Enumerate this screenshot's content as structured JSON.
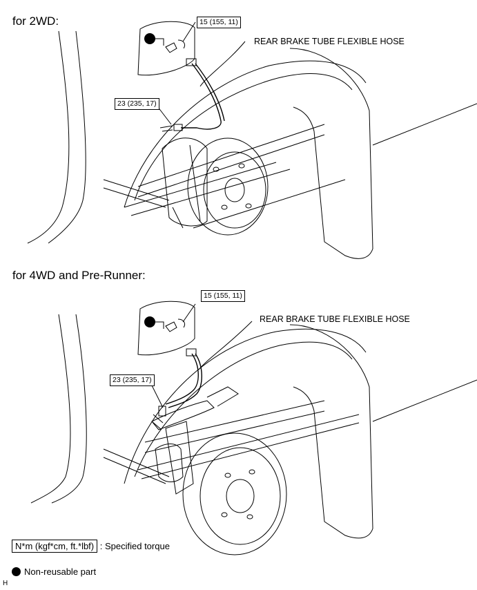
{
  "sections": [
    {
      "heading": "for 2WD:",
      "torque_top": "15 (155, 11)",
      "hose_label": "REAR BRAKE TUBE FLEXIBLE HOSE",
      "torque_left": "23 (235, 17)"
    },
    {
      "heading": "for 4WD and Pre-Runner:",
      "torque_top": "15 (155, 11)",
      "hose_label": "REAR BRAKE TUBE FLEXIBLE HOSE",
      "torque_left": "23 (235, 17)"
    }
  ],
  "legend": {
    "torque_unit": "N*m (kgf*cm, ft.*lbf)",
    "torque_desc": ": Specified torque",
    "nonreusable": "Non-reusable part"
  },
  "figure_code": "H"
}
